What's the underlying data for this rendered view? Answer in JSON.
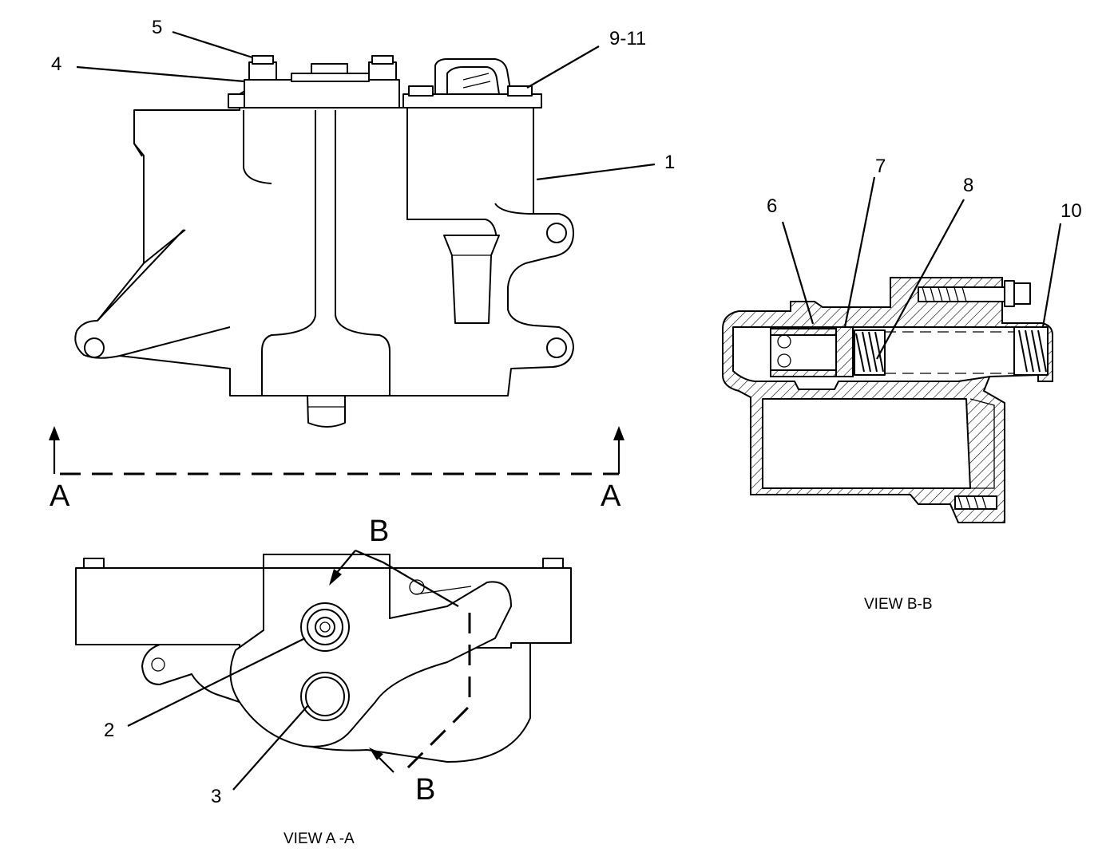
{
  "callouts": {
    "c1": "1",
    "c2": "2",
    "c3": "3",
    "c4": "4",
    "c5": "5",
    "c6": "6",
    "c7": "7",
    "c8": "8",
    "c9_11": "9-11",
    "c10": "10"
  },
  "section_marks": {
    "a_left": "A",
    "a_right": "A",
    "b_top": "B",
    "b_bottom": "B"
  },
  "captions": {
    "view_aa": "VIEW A -A",
    "view_bb": "VIEW B-B"
  }
}
